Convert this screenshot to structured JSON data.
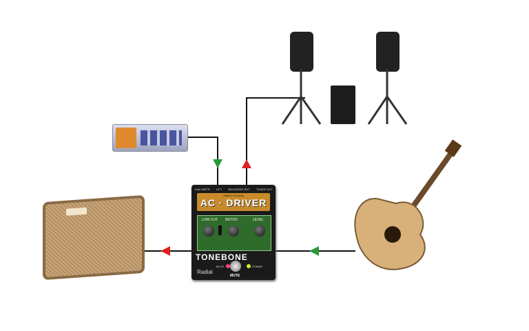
{
  "pedal": {
    "jacks": [
      "1/4in INSTR",
      "LIFT",
      "BALANCED OUT",
      "TUNER OUT"
    ],
    "made_in": "Made in Canada",
    "name": "AC · DRIVER",
    "controls": [
      "LOW CUT",
      "NOTCH",
      "LEVEL"
    ],
    "series": "TONEBONE",
    "mute_led": "MUTE",
    "power_led": "POWER",
    "maker": "Radial",
    "footswitch": "MUTE"
  },
  "colors": {
    "arrow_in": "#2a9a3a",
    "arrow_out": "#e02020",
    "wire": "#111111"
  }
}
